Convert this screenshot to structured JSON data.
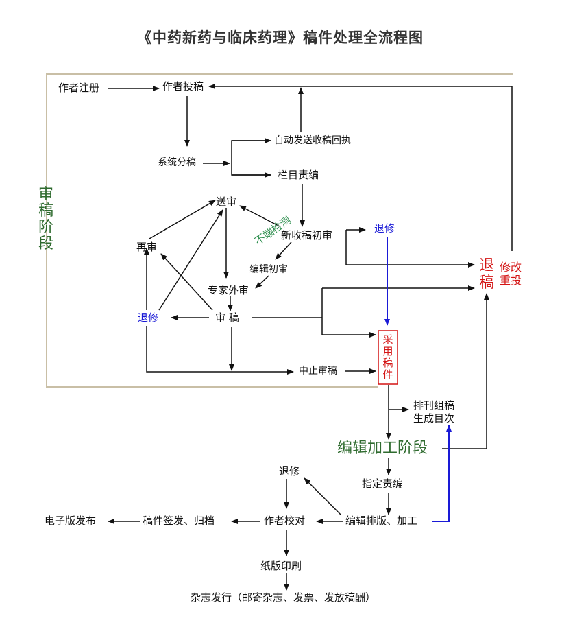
{
  "title": "《中药新药与临床药理》稿件处理全流程图",
  "stages": {
    "review": "审稿阶段",
    "editing": "编辑加工阶段"
  },
  "nodes": {
    "author_register": "作者注册",
    "author_submit": "作者投稿",
    "auto_receipt": "自动发送收稿回执",
    "system_assign": "系统分稿",
    "column_editor": "栏目责编",
    "send_review": "送审",
    "re_review": "再审",
    "new_initial_review": "新收稿初审",
    "editor_initial_review": "编辑初审",
    "expert_review": "专家外审",
    "judge": "审 稿",
    "revise_top": "退修",
    "revise_left": "退修",
    "stop_review": "中止审稿",
    "accepted": "采用稿件",
    "reject": "退稿",
    "resubmit_after_revise": "修改重投",
    "issue_compose": "排刊组稿\n生成目次",
    "assign_editor": "指定责编",
    "revise_bottom": "退修",
    "edit_typeset": "编辑排版、加工",
    "author_proof": "作者校对",
    "sign_archive": "稿件签发、归档",
    "e_publish": "电子版发布",
    "print": "纸版印刷",
    "distribute": "杂志发行（邮寄杂志、发票、发放稿酬）"
  },
  "annotations": {
    "no_plagiarism_check": "不端检测"
  },
  "colors": {
    "flow": "#111111",
    "revise": "#1a1ad6",
    "reject": "#d41414",
    "stage": "#2f6b2f",
    "frame": "#c9bfa6"
  }
}
